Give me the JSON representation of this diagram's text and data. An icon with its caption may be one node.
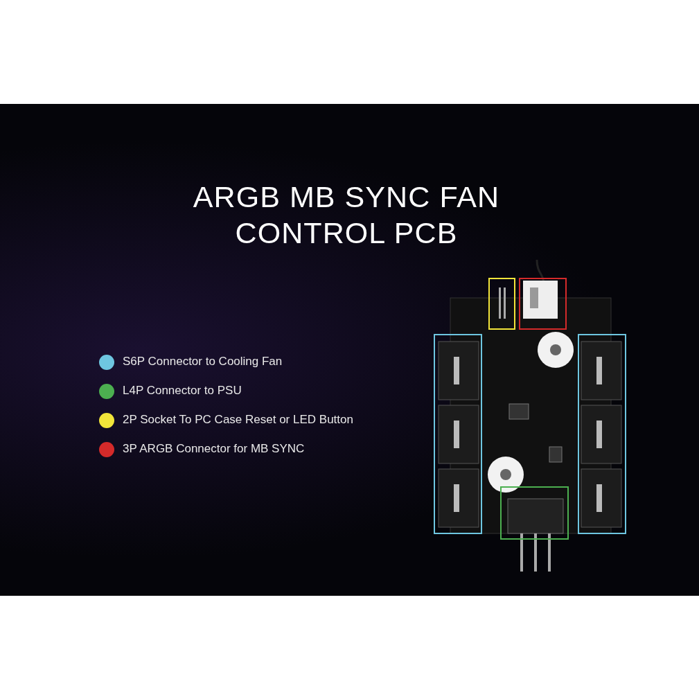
{
  "diagram": {
    "title": "ARGB MB SYNC FAN CONTROL PCB",
    "legend": [
      {
        "text": "S6P Connector to Cooling Fan",
        "color": "#6ec6e0"
      },
      {
        "text": "L4P Connector to PSU",
        "color": "#4caf50"
      },
      {
        "text": "2P Socket To PC Case Reset or LED Button",
        "color": "#f2e53a"
      },
      {
        "text": "3P ARGB Connector for MB SYNC",
        "color": "#d42a2a"
      }
    ]
  }
}
